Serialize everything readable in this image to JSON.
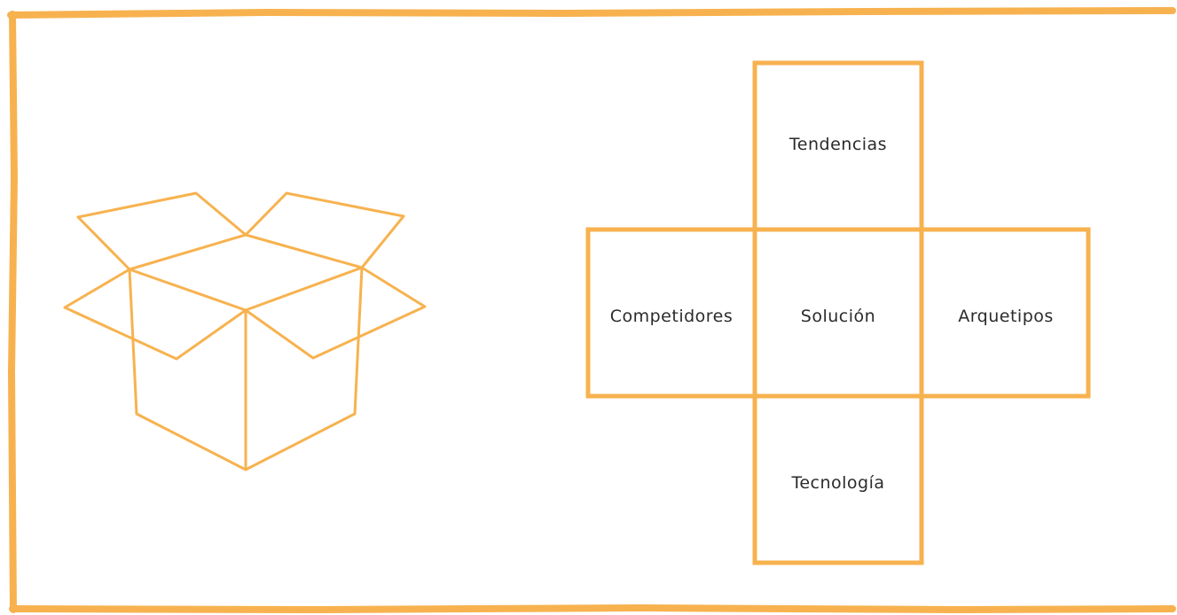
{
  "colors": {
    "accent": "#f7b24f",
    "text": "#2b2b2b",
    "background": "#ffffff"
  },
  "icons": {
    "box": "open-box-icon"
  },
  "cube_net": {
    "top_label": "Tendencias",
    "left_label": "Competidores",
    "center_label": "Solución",
    "right_label": "Arquetipos",
    "bottom_label": "Tecnología"
  }
}
